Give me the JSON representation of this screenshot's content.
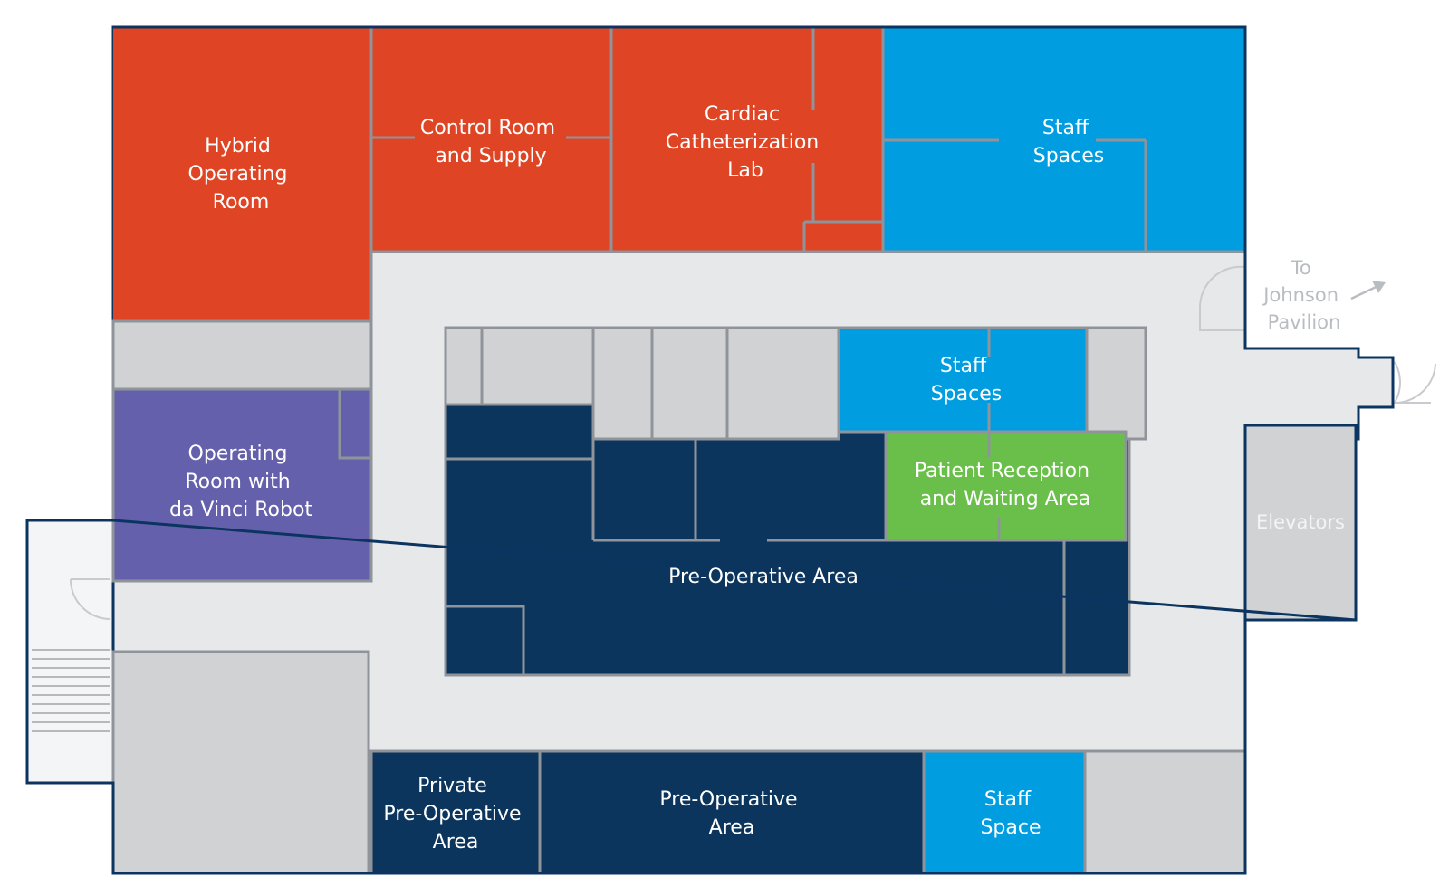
{
  "colors": {
    "surgical_red": "#df4524",
    "staff_blue": "#009ee0",
    "preop_navy": "#0b355c",
    "robot_purple": "#6560ac",
    "reception_green": "#6abf4b",
    "support_grey": "#d1d2d4",
    "corridor": "#e7e8ea",
    "outline": "#0b3560"
  },
  "rooms": {
    "hybrid_or": [
      "Hybrid",
      "Operating",
      "Room"
    ],
    "control_room": [
      "Control Room",
      "and Supply"
    ],
    "cath_lab": [
      "Cardiac",
      "Catheterization",
      "Lab"
    ],
    "staff_spaces_top": [
      "Staff",
      "Spaces"
    ],
    "staff_spaces_center": [
      "Staff",
      "Spaces"
    ],
    "robot_or": [
      "Operating",
      "Room with",
      "da Vinci Robot"
    ],
    "patient_reception": [
      "Patient Reception",
      "and Waiting Area"
    ],
    "preop_center": [
      "Pre-Operative Area"
    ],
    "private_preop": [
      "Private",
      "Pre-Operative",
      "Area"
    ],
    "preop_bottom": [
      "Pre-Operative",
      "Area"
    ],
    "staff_space_bottom": [
      "Staff",
      "Space"
    ],
    "elevators": [
      "Elevators"
    ]
  },
  "wayfinding": {
    "johnson": [
      "To",
      "Johnson",
      "Pavilion"
    ],
    "arrow_icon": "arrow-up-right-icon"
  }
}
